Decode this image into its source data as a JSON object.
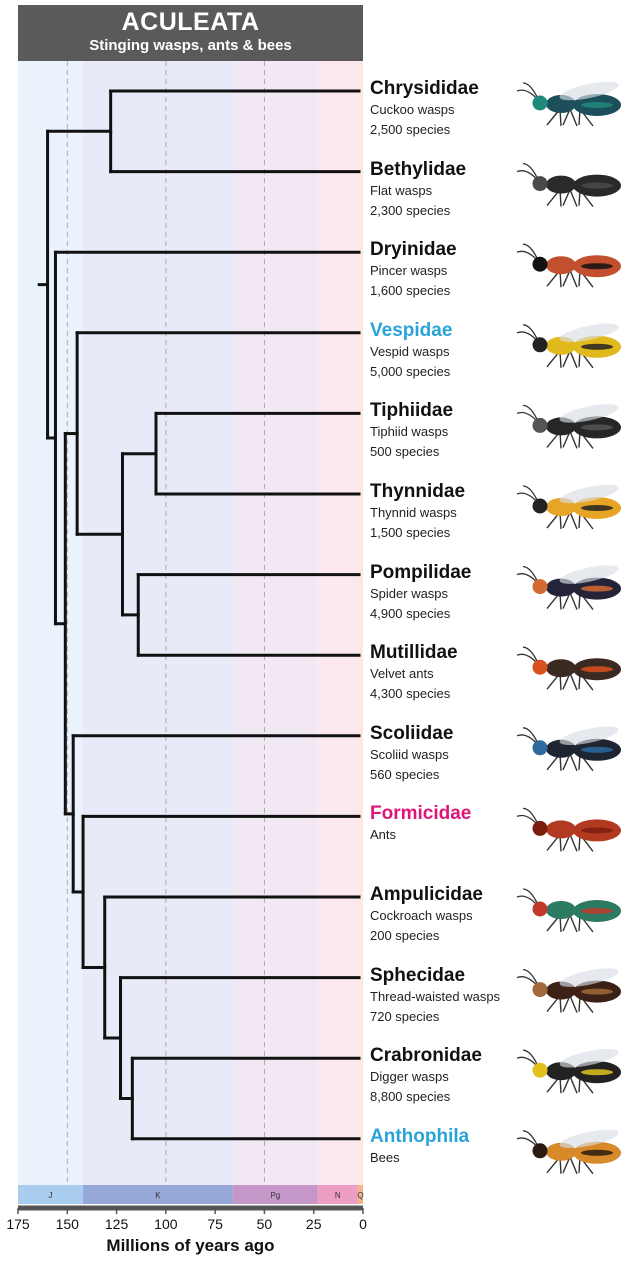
{
  "header": {
    "title": "ACULEATA",
    "subtitle": "Stinging wasps, ants & bees"
  },
  "axis": {
    "label": "Millions of years ago",
    "ticks": [
      175,
      150,
      125,
      100,
      75,
      50,
      25,
      0
    ]
  },
  "periods": [
    {
      "label": "J",
      "from": 175,
      "to": 142,
      "color": "#a9cdee",
      "bg": "#eaf3fc"
    },
    {
      "label": "K",
      "from": 142,
      "to": 66,
      "color": "#96a8d8",
      "bg": "#e8eaf7"
    },
    {
      "label": "Pg",
      "from": 66,
      "to": 23,
      "color": "#c596c8",
      "bg": "#f1e8f4"
    },
    {
      "label": "N",
      "from": 23,
      "to": 2.6,
      "color": "#ec9fc2",
      "bg": "#fbe8f1"
    },
    {
      "label": "Q",
      "from": 2.6,
      "to": 0,
      "color": "#f6b58c",
      "bg": "#fde8de"
    }
  ],
  "taxa": [
    {
      "name": "Chrysididae",
      "common": "Cuckoo wasps",
      "species": "2,500 species",
      "color": "#111111",
      "icon": "cuckoo-wasp-icon"
    },
    {
      "name": "Bethylidae",
      "common": "Flat wasps",
      "species": "2,300 species",
      "color": "#111111",
      "icon": "flat-wasp-icon"
    },
    {
      "name": "Dryinidae",
      "common": "Pincer wasps",
      "species": "1,600 species",
      "color": "#111111",
      "icon": "pincer-wasp-icon"
    },
    {
      "name": "Vespidae",
      "common": "Vespid wasps",
      "species": "5,000 species",
      "color": "#2aa3d8",
      "icon": "vespid-wasp-icon"
    },
    {
      "name": "Tiphiidae",
      "common": "Tiphiid wasps",
      "species": "500 species",
      "color": "#111111",
      "icon": "tiphiid-wasp-icon"
    },
    {
      "name": "Thynnidae",
      "common": "Thynnid wasps",
      "species": "1,500 species",
      "color": "#111111",
      "icon": "thynnid-wasp-icon"
    },
    {
      "name": "Pompilidae",
      "common": "Spider wasps",
      "species": "4,900 species",
      "color": "#111111",
      "icon": "spider-wasp-icon"
    },
    {
      "name": "Mutillidae",
      "common": "Velvet ants",
      "species": "4,300 species",
      "color": "#111111",
      "icon": "velvet-ant-icon"
    },
    {
      "name": "Scoliidae",
      "common": "Scoliid wasps",
      "species": "560 species",
      "color": "#111111",
      "icon": "scoliid-wasp-icon"
    },
    {
      "name": "Formicidae",
      "common": "Ants",
      "species": "",
      "color": "#e0157a",
      "icon": "ant-icon"
    },
    {
      "name": "Ampulicidae",
      "common": "Cockroach wasps",
      "species": "200 species",
      "color": "#111111",
      "icon": "cockroach-wasp-icon"
    },
    {
      "name": "Sphecidae",
      "common": "Thread-waisted wasps",
      "species": "720 species",
      "color": "#111111",
      "icon": "thread-waisted-wasp-icon"
    },
    {
      "name": "Crabronidae",
      "common": "Digger wasps",
      "species": "8,800 species",
      "color": "#111111",
      "icon": "digger-wasp-icon"
    },
    {
      "name": "Anthophila",
      "common": "Bees",
      "species": "",
      "color": "#2aa3d8",
      "icon": "bee-icon"
    }
  ],
  "tree_nodes": [
    {
      "id": "n_chry_beth",
      "age": 128,
      "children": [
        0,
        1
      ]
    },
    {
      "id": "n_tiph_thyn",
      "age": 105,
      "children": [
        4,
        5
      ]
    },
    {
      "id": "n_pomp_mut",
      "age": 114,
      "children": [
        6,
        7
      ]
    },
    {
      "id": "n_tt_pm",
      "age": 122,
      "children": [
        "n_tiph_thyn",
        "n_pomp_mut"
      ]
    },
    {
      "id": "n_vesp",
      "age": 145,
      "children": [
        3,
        "n_tt_pm"
      ]
    },
    {
      "id": "n_crab_anth",
      "age": 117,
      "children": [
        12,
        13
      ]
    },
    {
      "id": "n_sphec",
      "age": 123,
      "children": [
        11,
        "n_crab_anth"
      ]
    },
    {
      "id": "n_ampul",
      "age": 131,
      "children": [
        10,
        "n_sphec"
      ]
    },
    {
      "id": "n_form",
      "age": 142,
      "children": [
        9,
        "n_ampul"
      ]
    },
    {
      "id": "n_scol",
      "age": 147,
      "children": [
        8,
        "n_form"
      ]
    },
    {
      "id": "n_vesp_scol",
      "age": 151,
      "children": [
        "n_vesp",
        "n_scol"
      ]
    },
    {
      "id": "n_dryin",
      "age": 156,
      "children": [
        2,
        "n_vesp_scol"
      ]
    },
    {
      "id": "n_root",
      "age": 160,
      "children": [
        "n_chry_beth",
        "n_dryin"
      ]
    }
  ],
  "root_stem_age": 165
}
